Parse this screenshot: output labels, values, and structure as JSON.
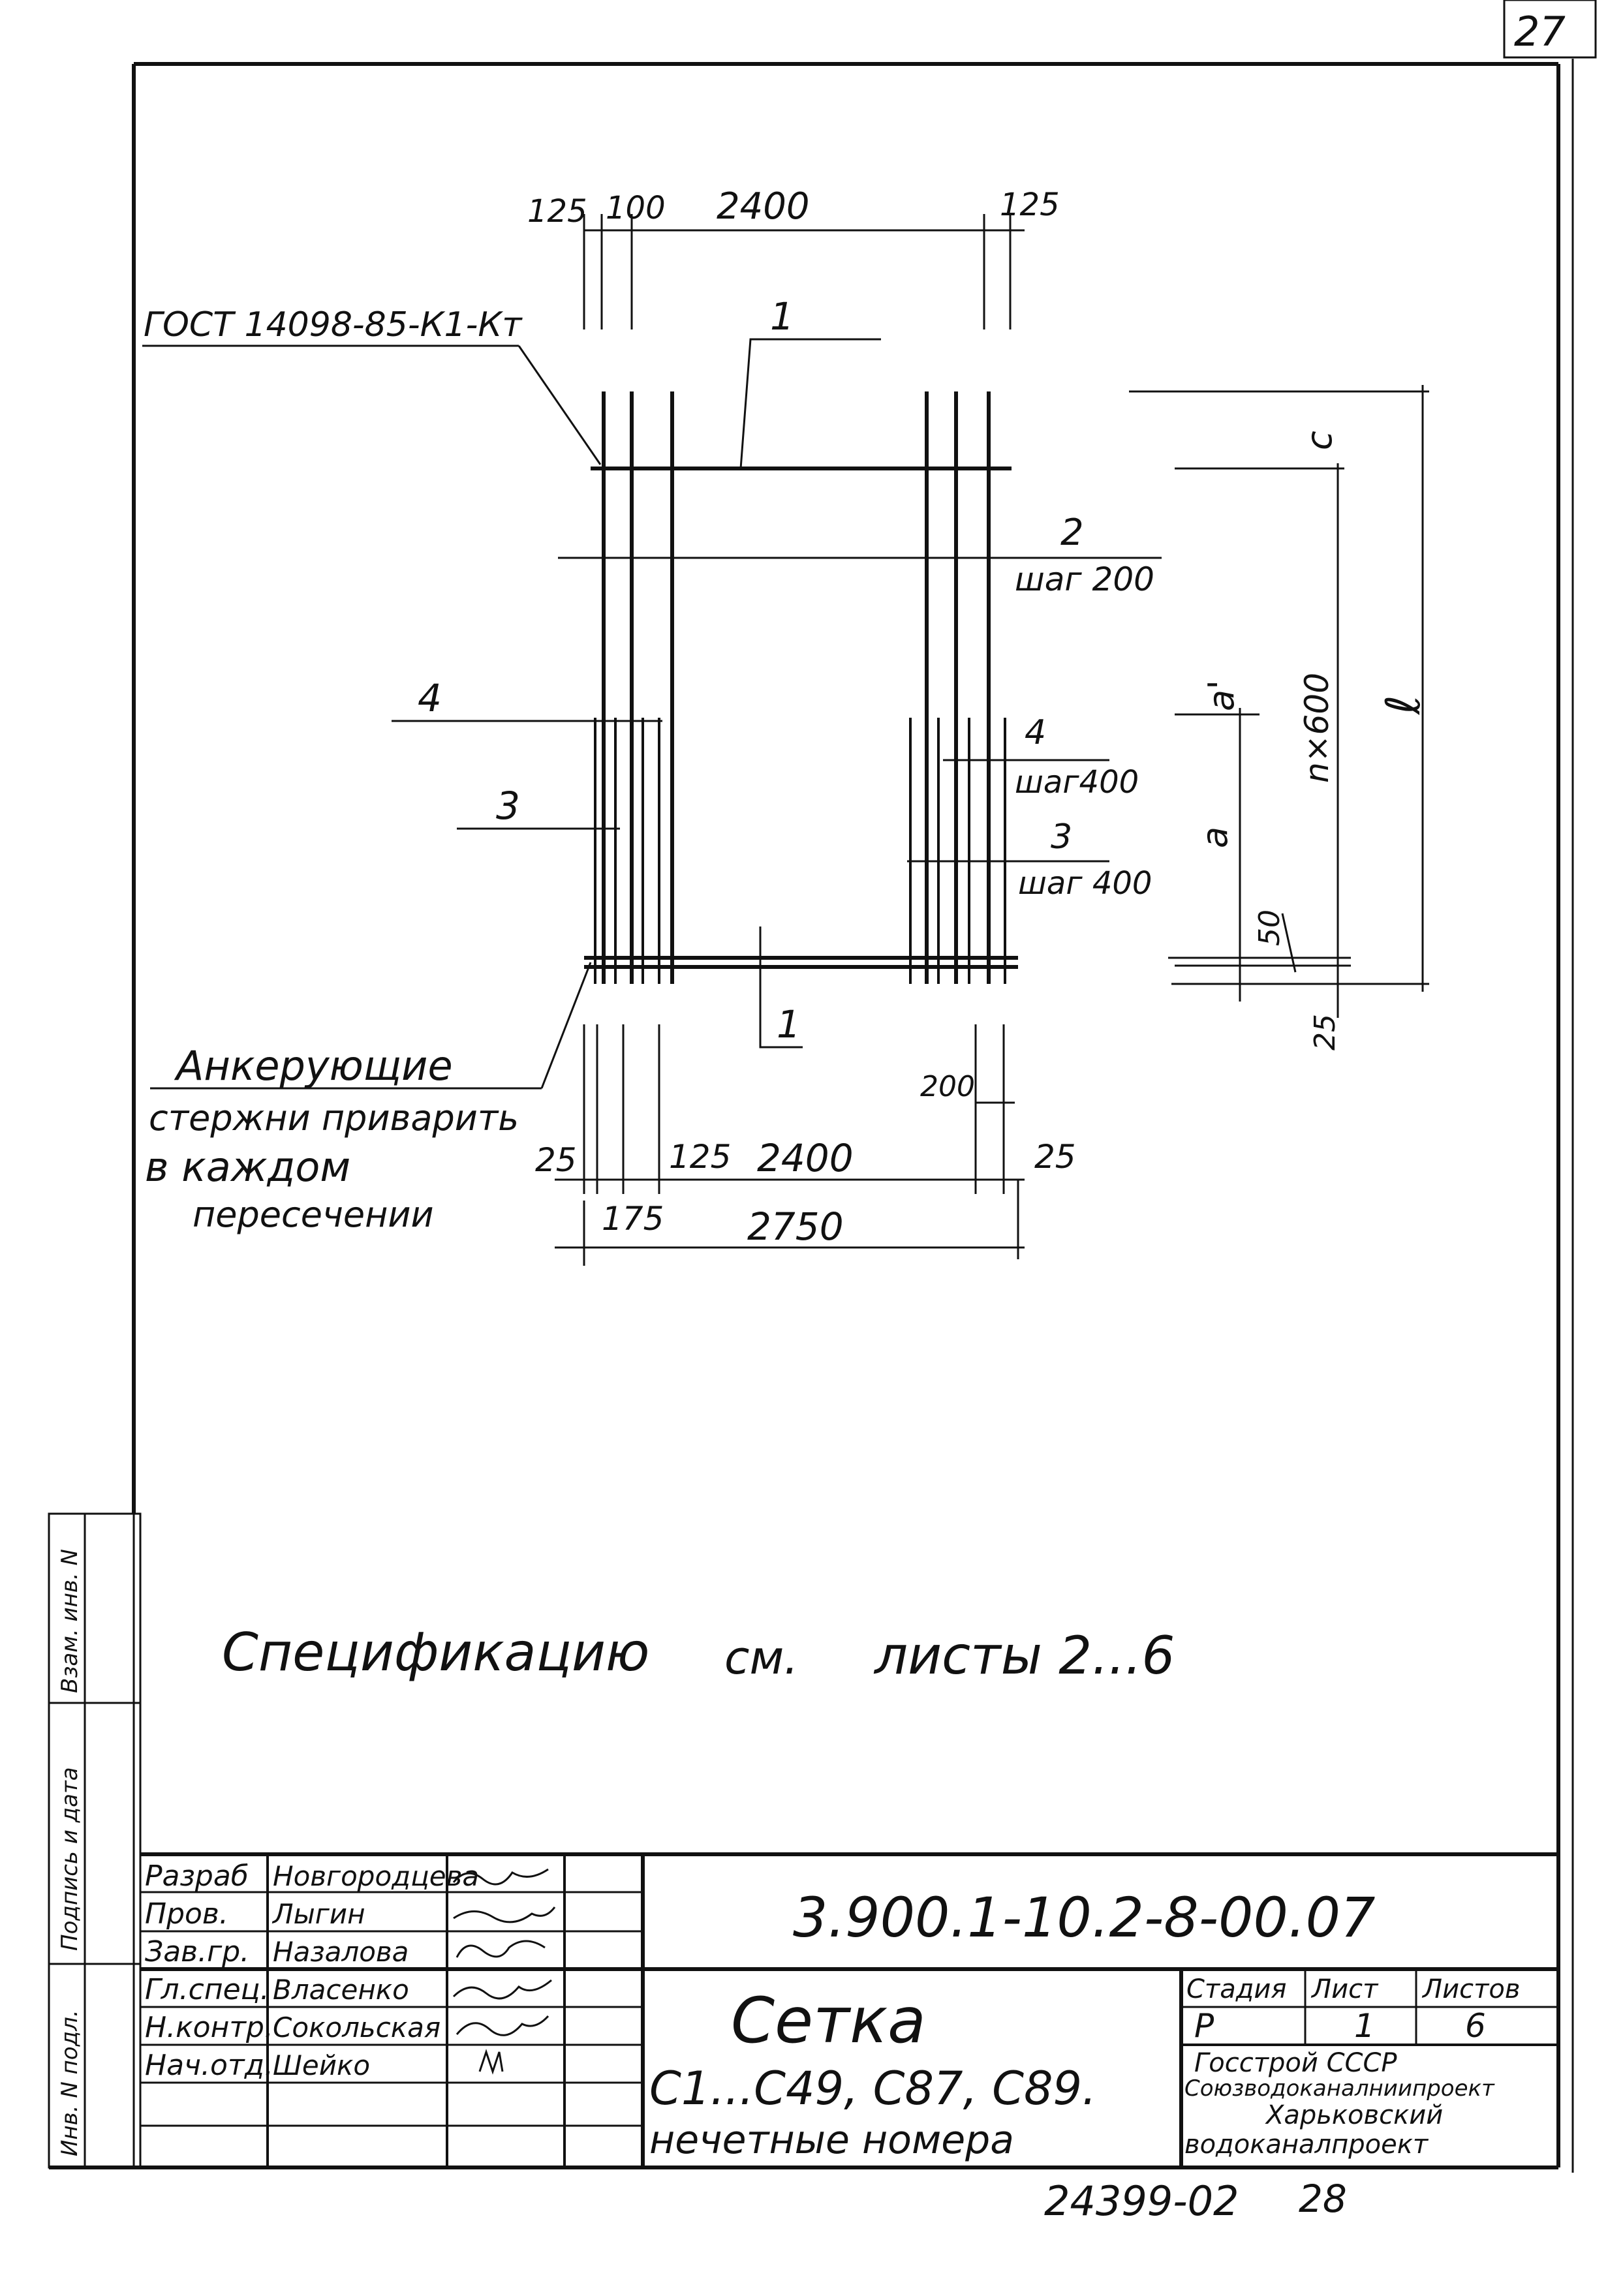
{
  "sheet": {
    "corner_sheet_no": "27",
    "archive_no": "24399-02",
    "archive_page": "28"
  },
  "drawing": {
    "dimensions": {
      "top_left_125": "125",
      "top_100": "100",
      "top_2400": "2400",
      "top_right_125": "125",
      "bottom_left_25": "25",
      "bottom_125": "125",
      "bottom_2400": "2400",
      "bottom_right_25": "25",
      "bottom_175": "175",
      "bottom_2750": "2750",
      "right_200": "200",
      "vert_c": "c",
      "vert_l": "ℓ",
      "vert_n600": "n×600",
      "vert_a_prime": "a'",
      "vert_a": "a",
      "vert_50": "50",
      "vert_25": "25"
    },
    "callouts": {
      "gost": "ГОСТ 14098-85-К1-Кт",
      "pos1_top": "1",
      "pos1_bottom": "1",
      "pos2": "2",
      "pos2_step": "шаг 200",
      "pos4_left": "4",
      "pos3_left": "3",
      "pos4_right": "4",
      "pos4_step": "шаг400",
      "pos3_right": "3",
      "pos3_step": "шаг 400"
    },
    "anchor_note": {
      "line1": "Анкерующие",
      "line2": "стержни приварить",
      "line3": "в каждом",
      "line4": "пересечении"
    },
    "spec_note": {
      "word1": "Спецификацию",
      "word2": "см.",
      "word3": "листы 2...6"
    }
  },
  "side_stamp": {
    "cells": [
      "Взам. инв. N",
      "Подпись и дата",
      "Инв. N подл."
    ]
  },
  "title_block": {
    "roles": [
      {
        "role": "Разраб",
        "name": "Новгородцева"
      },
      {
        "role": "Пров.",
        "name": "Лыгин"
      },
      {
        "role": "Зав.гр.",
        "name": "Назалова"
      },
      {
        "role": "Гл.спец.",
        "name": "Власенко"
      },
      {
        "role": "Н.контр.",
        "name": "Сокольская"
      },
      {
        "role": "Нач.отд.",
        "name": "Шейко"
      }
    ],
    "designation": "3.900.1-10.2-8-00.07",
    "product": {
      "title": "Сетка",
      "line2": "С1...С49, С87, С89.",
      "line3": "нечетные номера"
    },
    "stage_header": "Стадия",
    "sheet_header": "Лист",
    "sheets_header": "Листов",
    "stage": "Р",
    "sheet": "1",
    "sheets": "6",
    "org": {
      "line1": "Госстрой СССР",
      "line2": "Союзводоканалниипроект",
      "line3": "Харьковский",
      "line4": "водоканалпроект"
    }
  }
}
